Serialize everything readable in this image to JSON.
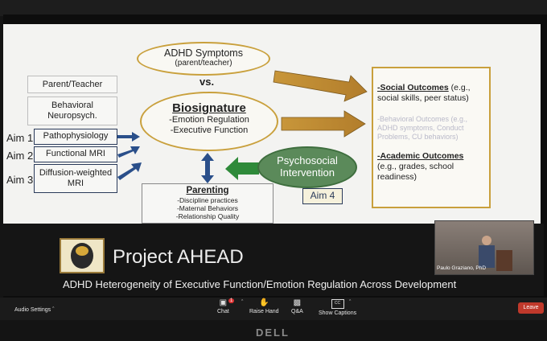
{
  "slide": {
    "symptoms_title": "ADHD Symptoms",
    "symptoms_sub": "(parent/teacher)",
    "vs": "vs.",
    "biosig_title": "Biosignature",
    "biosig_line1": "-Emotion Regulation",
    "biosig_line2": "-Executive Function",
    "psych_line1": "Psychosocial",
    "psych_line2": "Intervention",
    "aim4": "Aim 4",
    "left_boxes": {
      "parent": "Parent/Teacher",
      "behav_line1": "Behavioral",
      "behav_line2": "Neuropsych.",
      "patho": "Pathophysiology",
      "fmri": "Functional MRI",
      "dwi_line1": "Diffusion-weighted",
      "dwi_line2": "MRI"
    },
    "aims": [
      "Aim 1",
      "Aim 2",
      "Aim 3"
    ],
    "parenting_title": "Parenting",
    "parenting_items": [
      "-Discipline practices",
      "-Maternal Behaviors",
      "-Relationship Quality"
    ],
    "outcomes": {
      "social_title": "-Social Outcomes",
      "social_rest": " (e.g., social skills, peer status)",
      "behav_line1": "-Behavioral Outcomes (e.g.,",
      "behav_line2": "ADHD symptoms, Conduct",
      "behav_line3": "Problems, CU behaviors)",
      "academic_title": "-Academic Outcomes",
      "academic_rest": "(e.g., grades, school readiness)"
    }
  },
  "banner": {
    "project": "Project AHEAD",
    "subtitle": "ADHD Heterogeneity of Executive Function/Emotion Regulation Across Development"
  },
  "video": {
    "name": "Paulo Graziano, PhD"
  },
  "toolbar": {
    "audio": "Audio Settings",
    "chat": "Chat",
    "chat_badge": "1",
    "raise": "Raise Hand",
    "qa": "Q&A",
    "captions": "Show Captions",
    "leave": "Leave"
  },
  "monitor_brand": "DELL"
}
